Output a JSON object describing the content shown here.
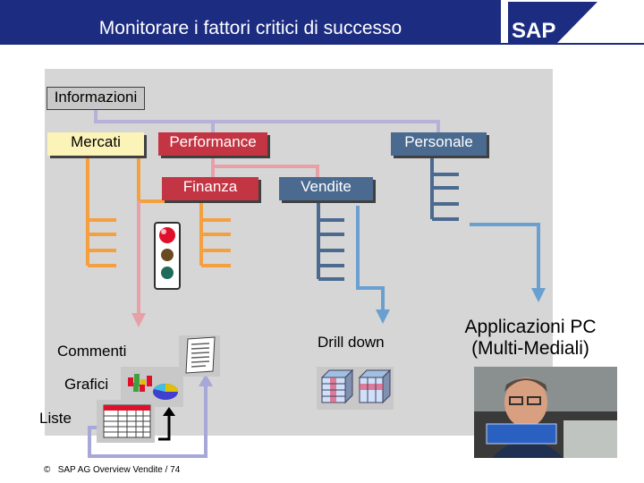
{
  "header": {
    "title": "Monitorare i fattori critici di successo",
    "logo": "SAP"
  },
  "hierarchy": {
    "root": "Informazioni",
    "level1": [
      "Mercati",
      "Performance",
      "Personale"
    ],
    "level2": [
      "Finanza",
      "Vendite"
    ]
  },
  "outputs": {
    "commenti": "Commenti",
    "grafici": "Grafici",
    "liste": "Liste",
    "drill_down": "Drill down",
    "pc_apps": "Applicazioni PC (Multi-Mediali)"
  },
  "footer": {
    "copyright_symbol": "©",
    "text": "SAP AG Overview Vendite  / 74"
  },
  "colors": {
    "header": "#1c2c80",
    "orange": "#f5a040",
    "pink": "#e8a0a8",
    "red": "#c43544",
    "blue": "#4a6a90",
    "light_blue": "#6aa0d0",
    "yellow": "#fbf3b8",
    "lavender": "#a8a8d8"
  },
  "icons": [
    "traffic-light-icon",
    "document-icon",
    "chart-icon",
    "list-icon",
    "table-icon",
    "arrow-icon"
  ]
}
